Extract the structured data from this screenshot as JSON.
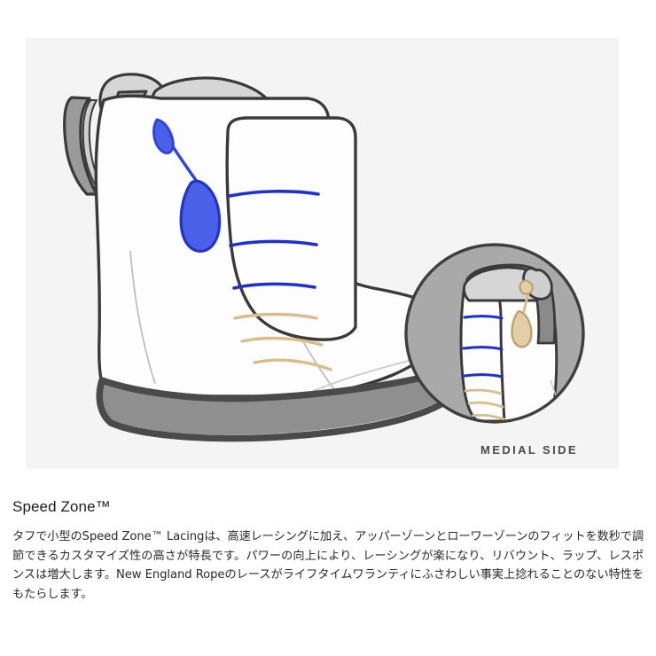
{
  "figure": {
    "alt_name": "snowboard-boot-speed-zone-lacing-diagram",
    "panel_bg": "#f4f4f4",
    "inset": {
      "caption": "MEDIAL SIDE",
      "circle_fill": "#a9a9a9",
      "circle_stroke": "#3f3f3f"
    },
    "colors": {
      "boot_shell": "#fdfdfd",
      "outline": "#3a3a3a",
      "sole_dark": "#4a4a4a",
      "sole_mid": "#8f8f8f",
      "liner_gray": "#9b9b9b",
      "liner_light": "#d6d6d6",
      "upper_zone_lace": "#1c2fd4",
      "lower_zone_lace": "#d9bd8c",
      "pull_tab_blue": "#3a52e0"
    },
    "lace_zones": {
      "upper_label": "upper-zone-laces",
      "upper_count": 3,
      "lower_label": "lower-zone-laces",
      "lower_count": 3
    }
  },
  "content": {
    "heading": "Speed Zone™",
    "paragraph": "タフで小型のSpeed Zone™ Lacingは、高速レーシングに加え、アッパーゾーンとローワーゾーンのフィットを数秒で調節できるカスタマイズ性の高さが特長です。パワーの向上により、レーシングが楽になり、リバウント、ラップ、レスポンスは増大します。New England Ropeのレースがライフタイムワランティにふさわしい事実上捻れることのない特性をもたらします。"
  }
}
